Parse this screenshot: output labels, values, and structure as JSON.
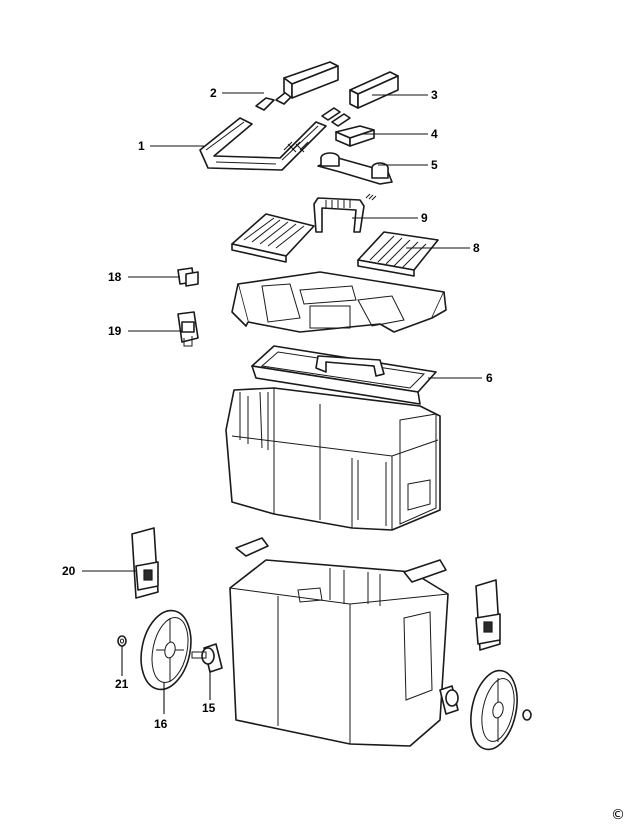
{
  "labels": {
    "p1": "1",
    "p2": "2",
    "p3": "3",
    "p4": "4",
    "p5": "5",
    "p6": "6",
    "p8": "8",
    "p9": "9",
    "p15": "15",
    "p16": "16",
    "p18": "18",
    "p19": "19",
    "p20": "20",
    "p21": "21"
  },
  "copyright": "©"
}
